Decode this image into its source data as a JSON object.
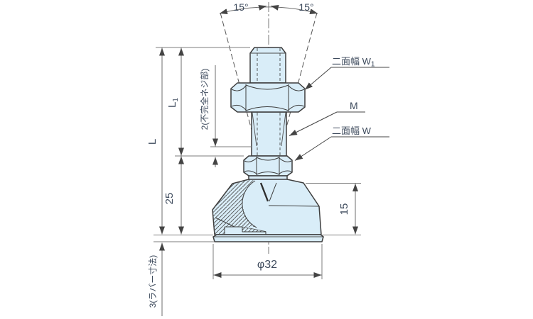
{
  "drawing": {
    "angles": {
      "left": "15°",
      "right": "15°"
    },
    "callouts": {
      "width_across_flats_w1": {
        "main": "二面幅 W",
        "sub": "1"
      },
      "thread_size": "M",
      "width_across_flats_w": "二面幅 W"
    },
    "dimensions": {
      "overall_length": "L",
      "thread_length": {
        "main": "L",
        "sub": "1"
      },
      "incomplete_thread": "2(不完全ネジ部)",
      "height_25": "25",
      "base_height_15": "15",
      "rubber_thickness": "3(ラバー寸法)",
      "base_diameter": "φ32"
    }
  }
}
